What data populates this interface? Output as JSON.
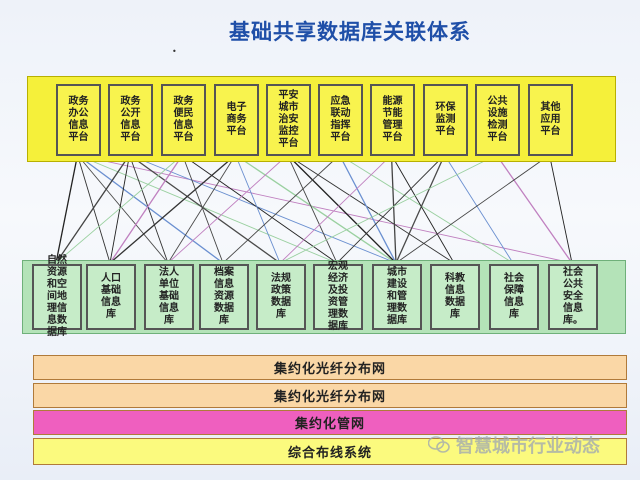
{
  "title": "基础共享数据库关联体系",
  "top_platforms": [
    "政务办公信息平台",
    "政务公开信息平台",
    "政务便民信息平台",
    "电子商务平台",
    "平安城市治安监控平台",
    "应急联动指挥平台",
    "能源节能管理平台",
    "环保监测平台",
    "公共设施检测平台",
    "其他应用平台"
  ],
  "databases": [
    "自然资源和空间地理信息数据库",
    "人口基础信息库",
    "法人单位基础信息库",
    "档案信息资源数据库",
    "法规政策数据库",
    "宏观经济及投资管理数据库",
    "城市建设和管理数据库",
    "科教信息数据库",
    "社会保障信息库",
    "社会公共安全信息库。"
  ],
  "bands": [
    "集约化光纤分布网",
    "集约化光纤分布网",
    "集约化管网",
    "综合布线系统"
  ],
  "watermark": "智慧城市行业动态",
  "colors": {
    "top_panel": "#f5f03a",
    "database_panel": "#b4e3b8",
    "band_peach": "#fad7a6",
    "band_magenta": "#ef5fbf",
    "band_yellow": "#fbfa7e",
    "title": "#1f4fa8"
  },
  "links": [
    [
      0,
      0
    ],
    [
      0,
      1
    ],
    [
      0,
      2
    ],
    [
      0,
      3
    ],
    [
      0,
      5
    ],
    [
      0,
      9
    ],
    [
      1,
      0
    ],
    [
      1,
      1
    ],
    [
      1,
      2
    ],
    [
      1,
      4
    ],
    [
      1,
      6
    ],
    [
      2,
      0
    ],
    [
      2,
      1
    ],
    [
      2,
      3
    ],
    [
      2,
      5
    ],
    [
      3,
      1
    ],
    [
      3,
      2
    ],
    [
      3,
      4
    ],
    [
      3,
      6
    ],
    [
      4,
      2
    ],
    [
      4,
      5
    ],
    [
      4,
      6
    ],
    [
      4,
      7
    ],
    [
      5,
      3
    ],
    [
      5,
      6
    ],
    [
      5,
      8
    ],
    [
      6,
      4
    ],
    [
      6,
      6
    ],
    [
      6,
      7
    ],
    [
      7,
      5
    ],
    [
      7,
      6
    ],
    [
      7,
      8
    ],
    [
      8,
      4
    ],
    [
      8,
      9
    ],
    [
      9,
      6
    ],
    [
      9,
      9
    ]
  ]
}
